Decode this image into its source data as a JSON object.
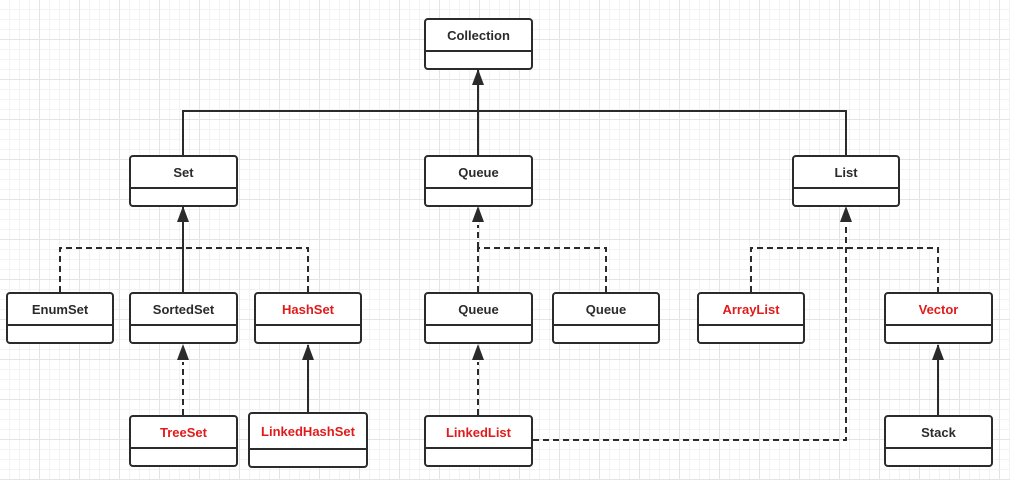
{
  "colors": {
    "stroke": "#2b2b2b",
    "highlight": "#e01b1b",
    "grid": "#e4e4e4"
  },
  "nodes": {
    "collection": "Collection",
    "set": "Set",
    "queue": "Queue",
    "list": "List",
    "enumset": "EnumSet",
    "sortedset": "SortedSet",
    "hashset": "HashSet",
    "queue_child_1": "Queue",
    "queue_child_2": "Queue",
    "arraylist": "ArrayList",
    "vector": "Vector",
    "treeset": "TreeSet",
    "linkedhashset": "LinkedHashSet",
    "linkedlist": "LinkedList",
    "stack": "Stack"
  }
}
